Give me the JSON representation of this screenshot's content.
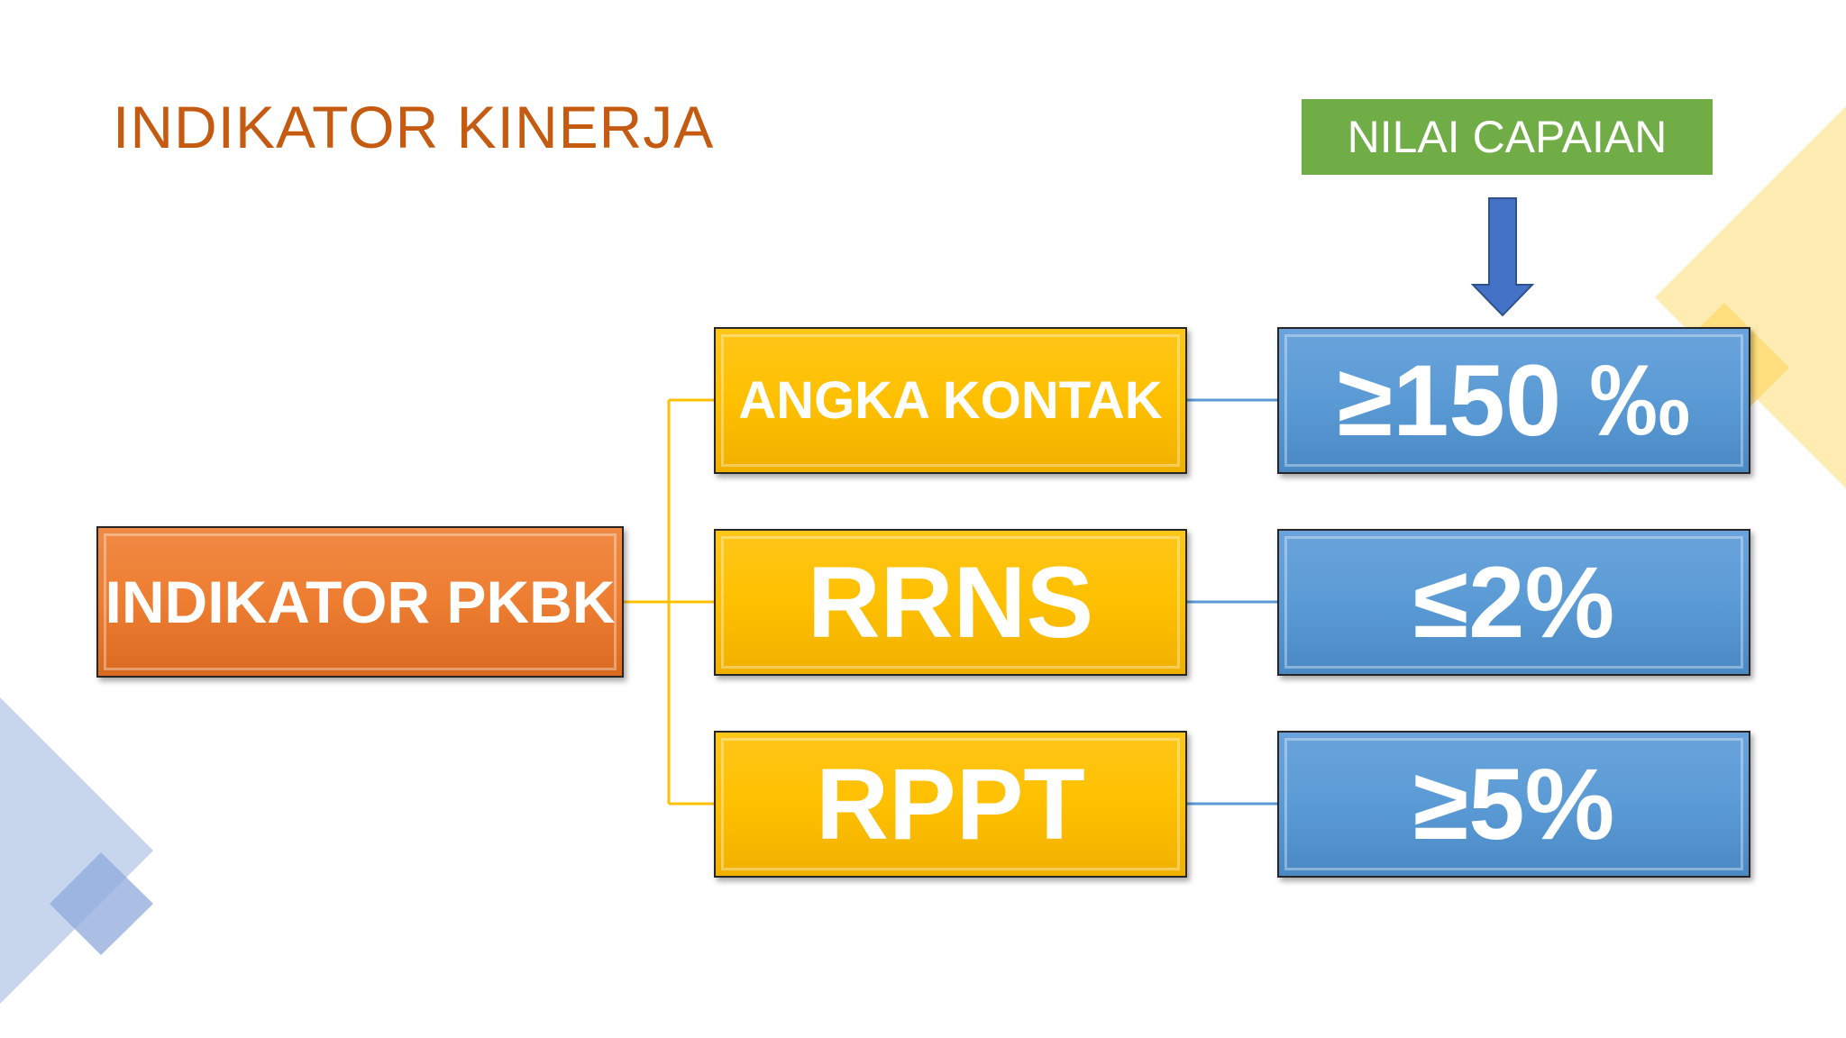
{
  "slide": {
    "title": "INDIKATOR KINERJA",
    "badge": "NILAI CAPAIAN",
    "root": "INDIKATOR PKBK",
    "indicators": [
      {
        "label": "ANGKA KONTAK",
        "target": "≥150 ‰"
      },
      {
        "label": "RRNS",
        "target": "≤2%"
      },
      {
        "label": "RPPT",
        "target": "≥5%"
      }
    ]
  },
  "colors": {
    "title": "#c55a11",
    "badge": "#70ad47",
    "root_box": "#ed7d31",
    "indicator_box": "#ffc000",
    "target_box": "#5b9bd5",
    "arrow": "#4472c4",
    "connector_yellow": "#ffc000",
    "connector_blue": "#5b9bd5"
  },
  "icons": {
    "arrow": "arrow-down-icon"
  }
}
